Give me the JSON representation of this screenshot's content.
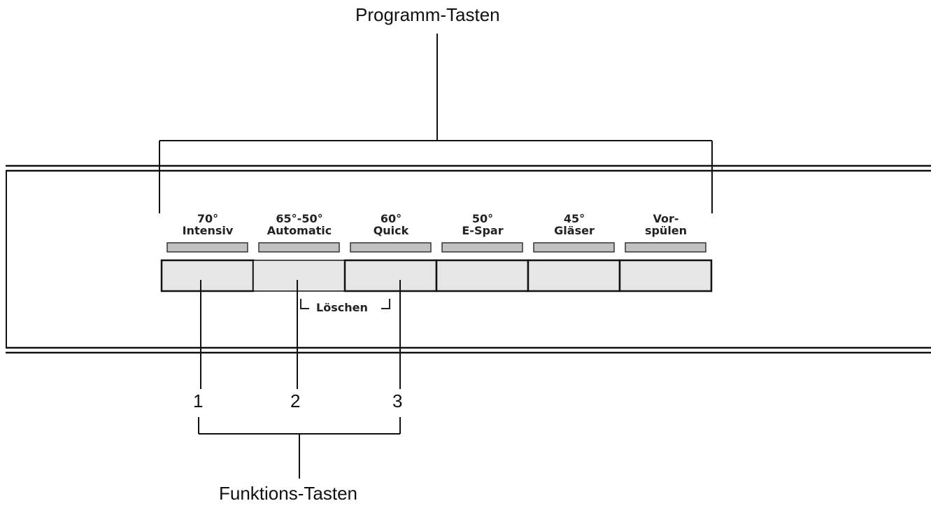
{
  "header": {
    "title": "Programm-Tasten"
  },
  "footer": {
    "title": "Funktions-Tasten"
  },
  "programs": [
    {
      "temp": "70°",
      "name": "Intensiv"
    },
    {
      "temp": "65°-50°",
      "name": "Automatic"
    },
    {
      "temp": "60°",
      "name": "Quick"
    },
    {
      "temp": "50°",
      "name": "E-Spar"
    },
    {
      "temp": "45°",
      "name": "Gläser"
    },
    {
      "temp": "Vor-",
      "name": "spülen"
    }
  ],
  "loeschen_label": "Löschen",
  "function_keys": [
    "1",
    "2",
    "3"
  ],
  "colors": {
    "line": "#111111",
    "button_fill": "#e6e6e6",
    "indicator_fill": "#c2c2c2"
  }
}
